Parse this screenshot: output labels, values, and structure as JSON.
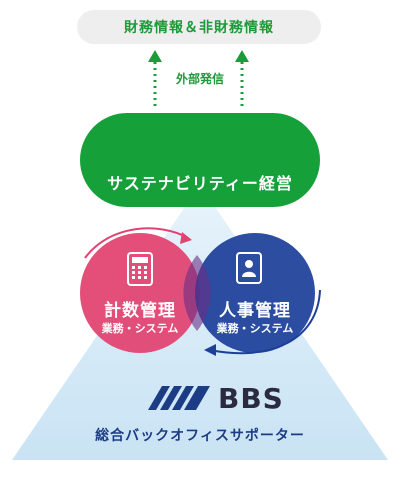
{
  "top_box": {
    "label": "財務情報＆非財務情報"
  },
  "arrow_label": "外部発信",
  "green_box": {
    "label": "サステナビリティー経営",
    "icon": "plant-in-hand-icon"
  },
  "circle_left": {
    "title": "計数管理",
    "subtitle": "業務・システム",
    "icon": "calculator-icon",
    "color": "#e1426f"
  },
  "circle_right": {
    "title": "人事管理",
    "subtitle": "業務・システム",
    "icon": "person-card-icon",
    "color": "#1d3f9a"
  },
  "brand": {
    "name": "BBS",
    "tagline": "総合バックオフィスサポーター"
  },
  "colors": {
    "green": "#16a03a",
    "pyramid": "#d4e9f7",
    "navy": "#1c3c86",
    "pink": "#e1426f"
  }
}
